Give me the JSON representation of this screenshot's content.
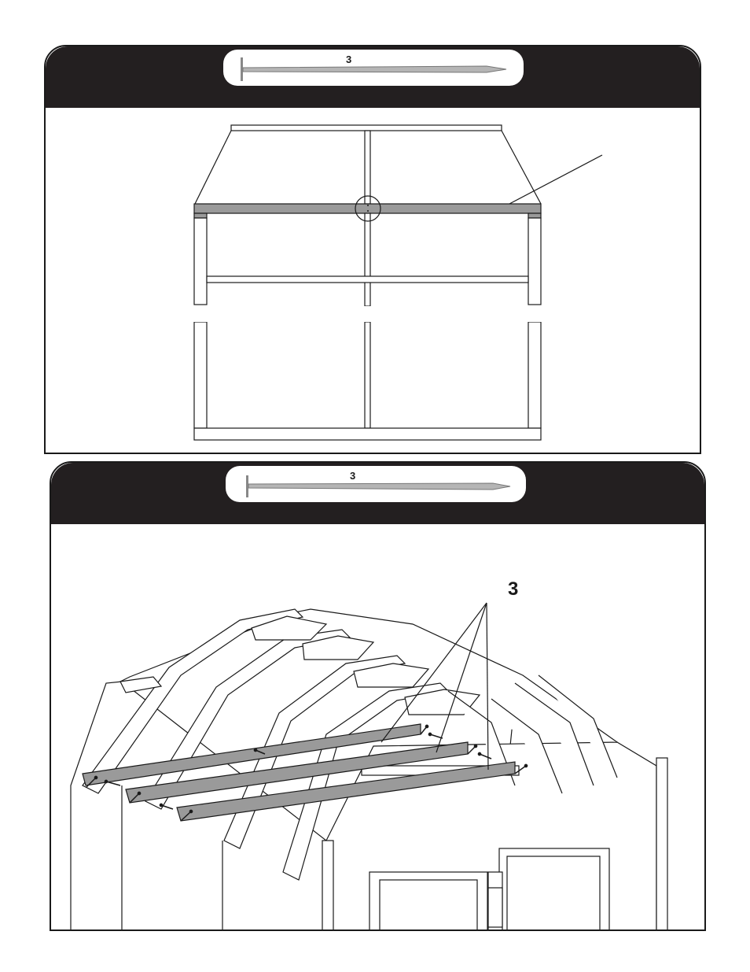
{
  "step1": {
    "hardware": {
      "qty": "3"
    }
  },
  "step2": {
    "hardware": {
      "qty": "3"
    },
    "callout": "3"
  }
}
